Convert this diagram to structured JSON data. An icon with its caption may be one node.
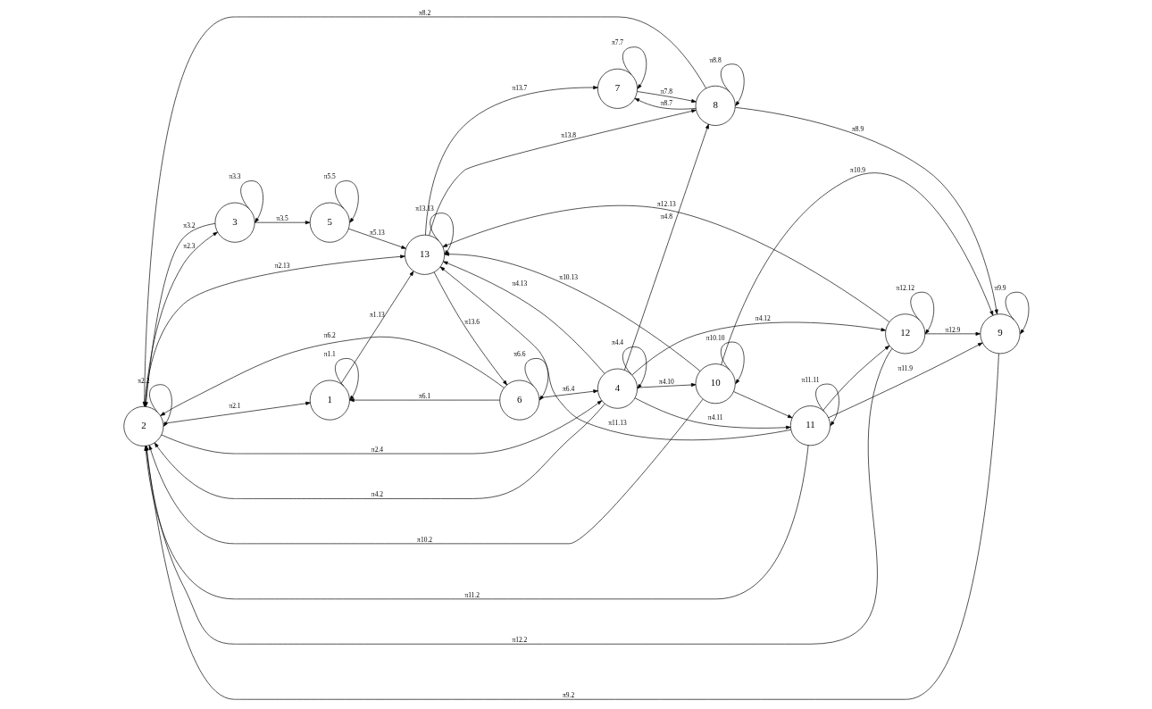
{
  "diagram": {
    "nodes": [
      {
        "text": [
          "2"
        ]
      },
      {
        "text": [
          "7"
        ]
      },
      {
        "text": [
          "8"
        ]
      },
      {
        "text": [
          "9"
        ]
      },
      {
        "text": [
          "1"
        ]
      },
      {
        "text": [
          "13"
        ]
      },
      {
        "text": [
          "4"
        ]
      },
      {
        "text": [
          "10"
        ]
      },
      {
        "text": [
          "3"
        ]
      },
      {
        "text": [
          "5"
        ]
      },
      {
        "text": [
          "6"
        ]
      },
      {
        "text": [
          "11"
        ]
      },
      {
        "text": [
          "12"
        ]
      }
    ],
    "edges": [
      {
        "from": 0,
        "to": 0,
        "arrow": "to",
        "label": "π2.2"
      },
      {
        "from": 0,
        "to": 4,
        "arrow": "to",
        "label": "π2.1"
      },
      {
        "from": 0,
        "to": 5,
        "arrow": "to",
        "label": "π2.13"
      },
      {
        "from": 0,
        "to": 8,
        "arrow": "to",
        "label": "π2.3"
      },
      {
        "from": 0,
        "to": 6,
        "arrow": "to",
        "label": "π2.4"
      },
      {
        "from": 1,
        "to": 1,
        "arrow": "to",
        "label": "π7.7"
      },
      {
        "from": 1,
        "to": 2,
        "arrow": "to",
        "label": "π7.8"
      },
      {
        "from": 2,
        "to": 1,
        "arrow": "to",
        "label": "π8.7"
      },
      {
        "from": 2,
        "to": 0,
        "arrow": "to",
        "label": "π8.2"
      },
      {
        "from": 2,
        "to": 2,
        "arrow": "to",
        "label": "π8.8"
      },
      {
        "from": 2,
        "to": 3,
        "arrow": "to",
        "label": "π8.9"
      },
      {
        "from": 3,
        "to": 0,
        "arrow": "to",
        "label": "π9.2"
      },
      {
        "from": 3,
        "to": 3,
        "arrow": "to",
        "label": "π9.9"
      },
      {
        "from": 4,
        "to": 5,
        "arrow": "to",
        "label": "π1.13"
      },
      {
        "from": 4,
        "to": 4,
        "arrow": "to",
        "label": "π1.1"
      },
      {
        "from": 5,
        "to": 1,
        "arrow": "to",
        "label": "π13.7"
      },
      {
        "from": 5,
        "to": 2,
        "arrow": "to",
        "label": "π13.8"
      },
      {
        "from": 5,
        "to": 5,
        "arrow": "to",
        "label": "π13.13"
      },
      {
        "from": 5,
        "to": 10,
        "arrow": "to",
        "label": "π13.6"
      },
      {
        "from": 6,
        "to": 5,
        "arrow": "to",
        "label": "π4.13"
      },
      {
        "from": 6,
        "to": 2,
        "arrow": "to",
        "label": "π4.8"
      },
      {
        "from": 6,
        "to": 7,
        "arrow": "to",
        "label": "π4.10"
      },
      {
        "from": 6,
        "to": 12,
        "arrow": "to",
        "label": "π4.12"
      },
      {
        "from": 6,
        "to": 11,
        "arrow": "to",
        "label": "π4.11"
      },
      {
        "from": 6,
        "to": 6,
        "arrow": "to",
        "label": "π4.4"
      },
      {
        "from": 6,
        "to": 0,
        "arrow": "to",
        "label": "π4.2"
      },
      {
        "from": 7,
        "to": 5,
        "arrow": "to",
        "label": "π10.13"
      },
      {
        "from": 7,
        "to": 3,
        "arrow": "to",
        "label": "π10.9"
      },
      {
        "from": 7,
        "to": 0,
        "arrow": "to",
        "label": "π10.2"
      },
      {
        "from": 7,
        "to": 7,
        "arrow": "to",
        "label": "π10.10"
      },
      {
        "from": 7,
        "to": 11,
        "arrow": "to"
      },
      {
        "from": 8,
        "to": 0,
        "arrow": "to",
        "label": "π3.2"
      },
      {
        "from": 8,
        "to": 8,
        "arrow": "to",
        "label": "π3.3"
      },
      {
        "from": 8,
        "to": 9,
        "arrow": "to",
        "label": "π3.5"
      },
      {
        "from": 9,
        "to": 5,
        "arrow": "to",
        "label": "π5.13"
      },
      {
        "from": 9,
        "to": 9,
        "arrow": "to",
        "label": "π5.5"
      },
      {
        "from": 10,
        "to": 4,
        "arrow": "to",
        "label": "π6.1"
      },
      {
        "from": 10,
        "to": 6,
        "arrow": "to",
        "label": "π6.4"
      },
      {
        "from": 10,
        "to": 10,
        "arrow": "to",
        "label": "π6.6"
      },
      {
        "from": 10,
        "to": 0,
        "arrow": "to",
        "label": "π6.2"
      },
      {
        "from": 11,
        "to": 3,
        "arrow": "to",
        "label": "π11.9"
      },
      {
        "from": 11,
        "to": 5,
        "arrow": "to",
        "label": "π11.13"
      },
      {
        "from": 11,
        "to": 11,
        "arrow": "to",
        "label": "π11.11"
      },
      {
        "from": 11,
        "to": 0,
        "arrow": "to",
        "label": "π11.2"
      },
      {
        "from": 11,
        "to": 12,
        "arrow": "to"
      },
      {
        "from": 12,
        "to": 5,
        "arrow": "to",
        "label": "π12.13"
      },
      {
        "from": 12,
        "to": 3,
        "arrow": "to",
        "label": "π12.9"
      },
      {
        "from": 12,
        "to": 12,
        "arrow": "to",
        "label": "π12.12"
      },
      {
        "from": 12,
        "to": 0,
        "arrow": "to",
        "label": "π12.2"
      }
    ]
  }
}
